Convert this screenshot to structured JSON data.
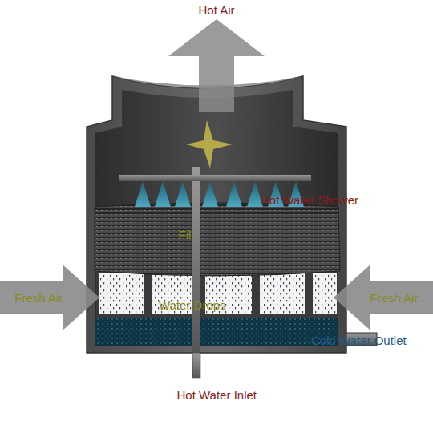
{
  "diagram": {
    "nodes": [
      {
        "text": [
          "Fresh Air"
        ]
      },
      {
        "text": [
          "Fresh Air"
        ]
      }
    ],
    "labels": [
      "Hot Air",
      "Hot Water Shower",
      "Fill",
      "Water Drops",
      "Cold Water Outlet",
      "Hot Water Inlet"
    ]
  }
}
